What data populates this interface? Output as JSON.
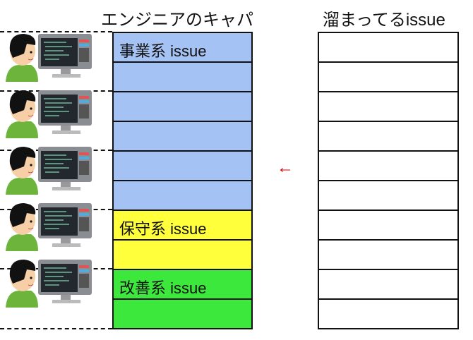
{
  "left_title": "エンジニアのキャパ",
  "right_title": "溜まってるissue",
  "capacity_rows": [
    {
      "label": "事業系 issue",
      "color": "#a4c2f4"
    },
    {
      "label": "",
      "color": "#a4c2f4"
    },
    {
      "label": "",
      "color": "#a4c2f4"
    },
    {
      "label": "",
      "color": "#a4c2f4"
    },
    {
      "label": "",
      "color": "#a4c2f4"
    },
    {
      "label": "",
      "color": "#a4c2f4"
    },
    {
      "label": "保守系 issue",
      "color": "#ffff3c"
    },
    {
      "label": "",
      "color": "#ffff3c"
    },
    {
      "label": "改善系 issue",
      "color": "#3ce83c"
    },
    {
      "label": "",
      "color": "#3ce83c"
    }
  ],
  "backlog_rows": 10,
  "engineers": 5,
  "arrow": "←"
}
